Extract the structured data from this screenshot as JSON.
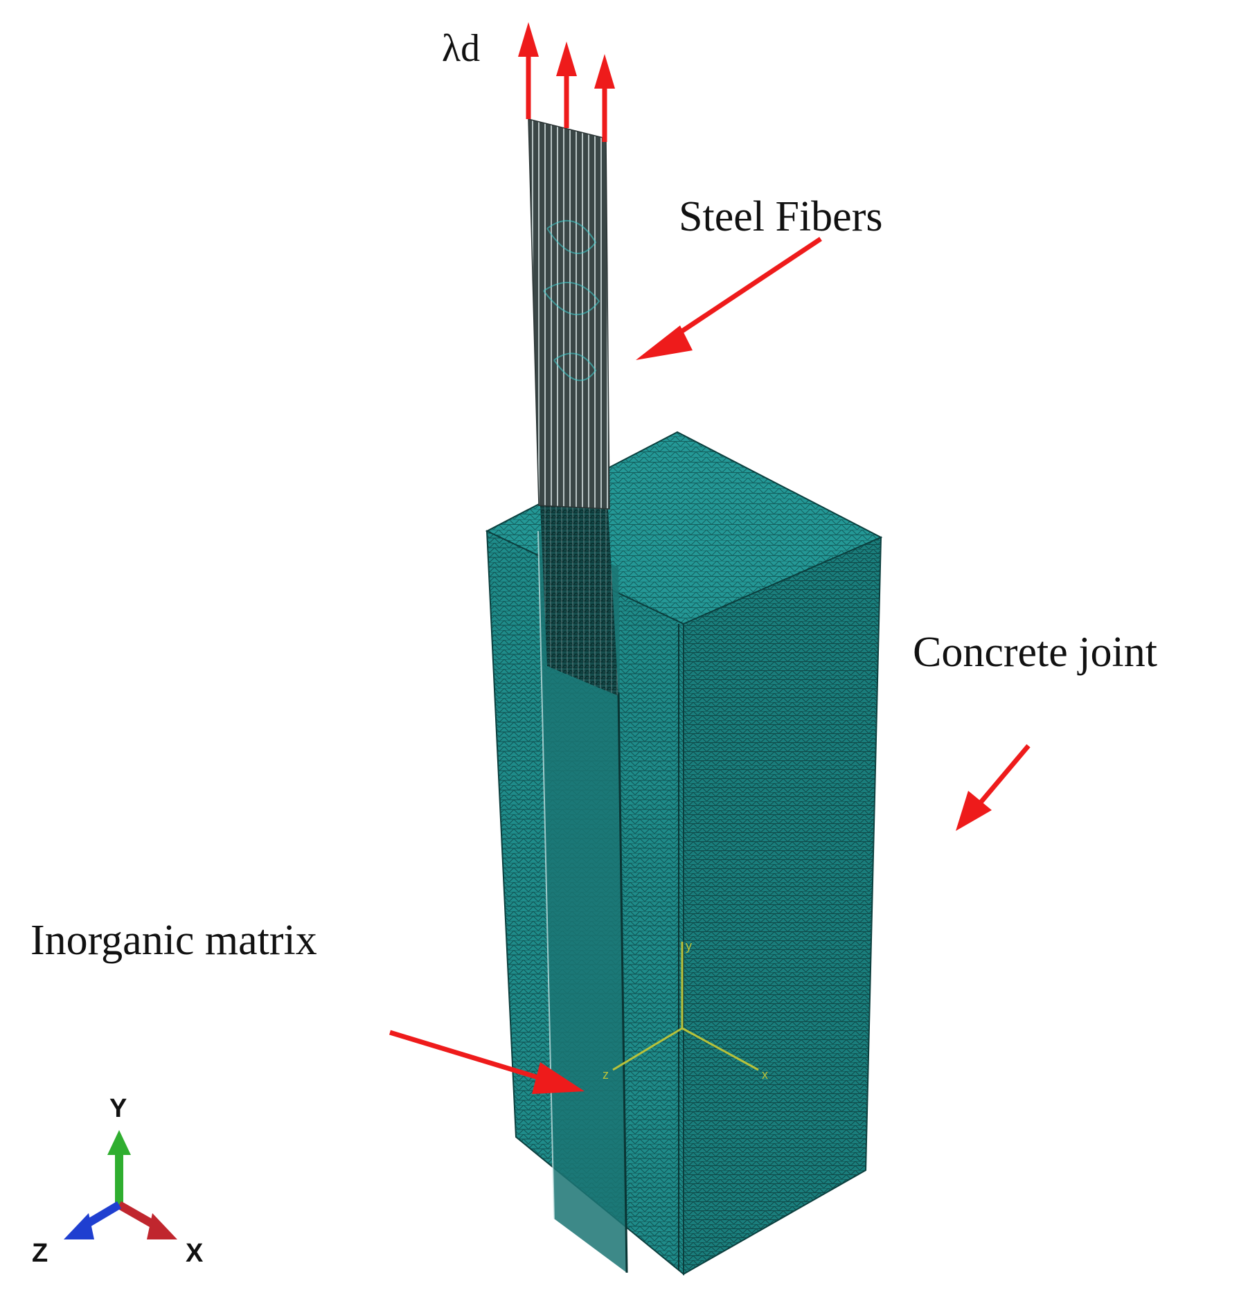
{
  "labels": {
    "load": "λd",
    "steel_fibers": "Steel Fibers",
    "concrete_joint": "Concrete joint",
    "inorganic_matrix": "Inorganic matrix"
  },
  "triad": {
    "y": "Y",
    "z": "Z",
    "x": "X"
  },
  "local_csys": {
    "x": "x",
    "y": "y",
    "z": "z"
  },
  "colors": {
    "mesh_fill": "#1f8c8a",
    "mesh_line": "#0b3f3e",
    "annotation_arrow": "#ee1b1b",
    "fiber_line": "#d8e4e4",
    "fiber_bg": "#3a4646",
    "triad_y": "#2fae2f",
    "triad_x": "#c0262e",
    "triad_z": "#1f3fd0",
    "local_csys": "#b9c23a"
  }
}
